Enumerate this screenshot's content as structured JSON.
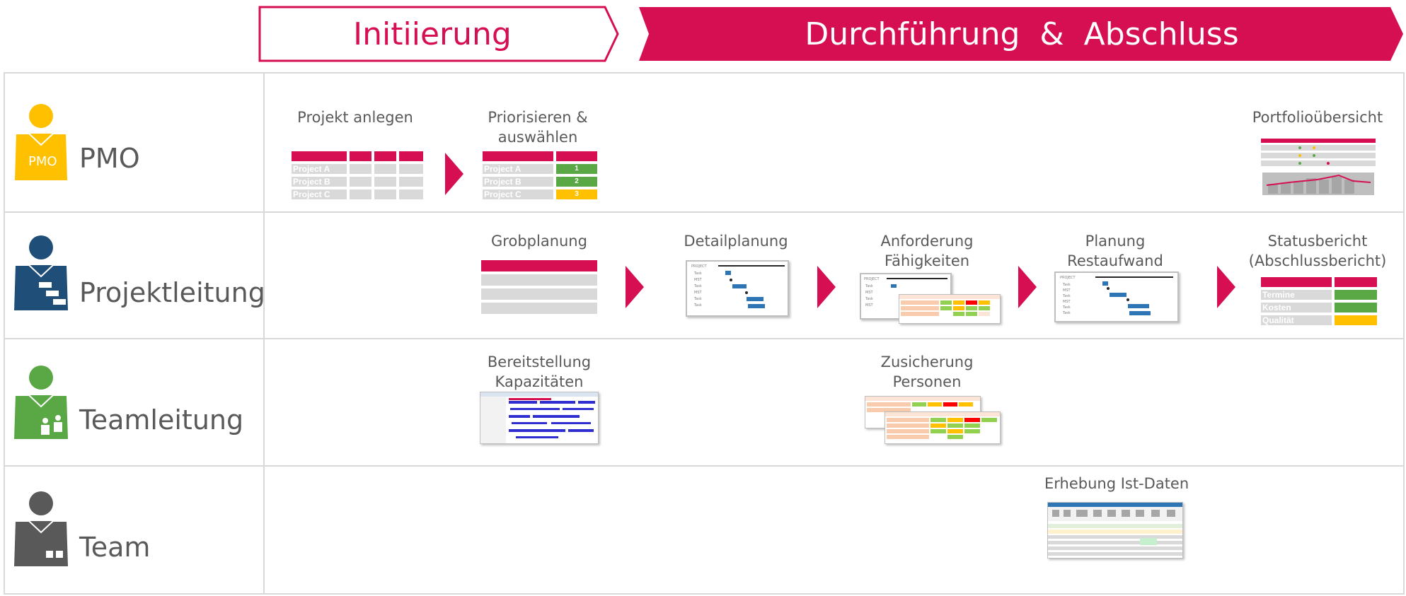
{
  "phases": {
    "initiation": "Initiierung",
    "execution": "Durchführung  &  Abschluss"
  },
  "colors": {
    "accent": "#d60f53",
    "pmo": "#ffc000",
    "projektleitung": "#1f4e79",
    "teamleitung": "#5aa845",
    "team": "#595959",
    "grid": "#d9d9d9"
  },
  "roles": [
    {
      "label": "PMO",
      "badge": "PMO",
      "icon": "person-pmo-icon"
    },
    {
      "label": "Projektleitung",
      "icon": "person-projektleitung-icon"
    },
    {
      "label": "Teamleitung",
      "icon": "person-teamleitung-icon"
    },
    {
      "label": "Team",
      "icon": "person-team-icon"
    }
  ],
  "steps": {
    "projekt_anlegen": "Projekt anlegen",
    "priorisieren": [
      "Priorisieren &",
      "auswählen"
    ],
    "portfolio": "Portfolioübersicht",
    "grobplanung": "Grobplanung",
    "detailplanung": "Detailplanung",
    "anforderung": [
      "Anforderung",
      "Fähigkeiten"
    ],
    "restaufwand": [
      "Planung",
      "Restaufwand"
    ],
    "statusbericht": [
      "Statusbericht",
      "(Abschlussbericht)"
    ],
    "bereitstellung": [
      "Bereitstellung",
      "Kapazitäten"
    ],
    "zusicherung": [
      "Zusicherung",
      "Personen"
    ],
    "ist_daten": "Erhebung Ist-Daten"
  },
  "mini_tables": {
    "projects": [
      "Project A",
      "Project B",
      "Project C"
    ],
    "priorities": [
      "1",
      "2",
      "3"
    ],
    "status_rows": [
      "Termine",
      "Kosten",
      "Qualität"
    ]
  }
}
